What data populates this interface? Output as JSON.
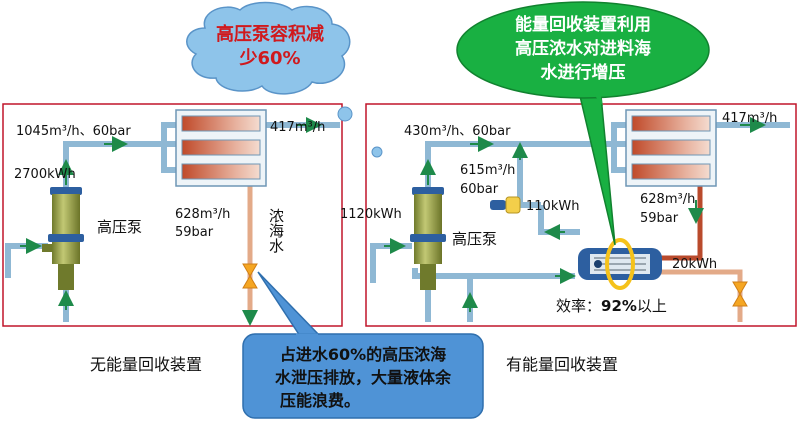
{
  "cloud": {
    "line1": "高压泵容积减",
    "line2": "少60%"
  },
  "green_callout": {
    "line1": "能量回收装置利用",
    "line2": "高压浓水对进料海",
    "line3": "水进行增压"
  },
  "blue_callout": {
    "line1": "占进水60%的高压浓海",
    "line2": "水泄压排放，大量液体余",
    "line3": "压能浪费。"
  },
  "left_panel": {
    "caption": "无能量回收装置",
    "pump_label": "高压泵",
    "flow_in": "1045m³/h、60bar",
    "power": "2700kWh",
    "permeate": "417m³/h",
    "brine_flow": "628m³/h",
    "brine_pressure": "59bar",
    "brine_label": "浓海水"
  },
  "right_panel": {
    "caption": "有能量回收装置",
    "pump_label": "高压泵",
    "flow_in": "430m³/h、60bar",
    "pump_power": "1120kWh",
    "permeate": "417m³/h",
    "bypass_flow": "615m³/h",
    "bypass_pressure": "60bar",
    "booster_power": "110kWh",
    "brine_flow": "628m³/h",
    "brine_pressure": "59bar",
    "erd_power": "20kWh",
    "efficiency_prefix": "效率：",
    "efficiency_value": "92%",
    "efficiency_suffix": "以上"
  },
  "colors": {
    "pipe": "#8fb8d4",
    "arrow": "#1e8a4a",
    "brine": "#e3aa88",
    "panel_border": "#c0152a",
    "cloud": "#8ec4ea",
    "green_callout": "#19b042",
    "blue_callout": "#4f93d6",
    "pump": "#8a9440"
  },
  "icons": [
    "pump-icon",
    "membrane-vessel-icon",
    "pressure-exchanger-icon",
    "booster-pump-icon",
    "flow-arrow-icon"
  ]
}
